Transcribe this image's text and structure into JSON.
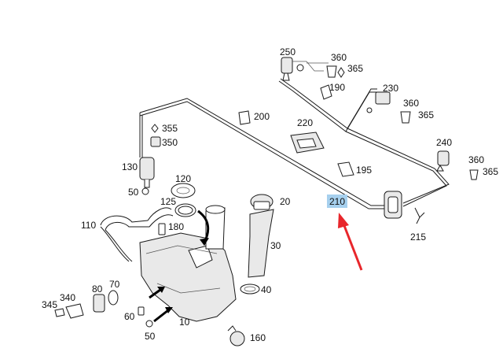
{
  "callouts": {
    "c250": "250",
    "c360a": "360",
    "c365a": "365",
    "c190": "190",
    "c230": "230",
    "c360b": "360",
    "c365b": "365",
    "c200": "200",
    "c220": "220",
    "c355": "355",
    "c350": "350",
    "c240": "240",
    "c360c": "360",
    "c365c": "365",
    "c195": "195",
    "c130": "130",
    "c120": "120",
    "c50a": "50",
    "c125": "125",
    "c20": "20",
    "c210": "210",
    "c110": "110",
    "c180": "180",
    "c215": "215",
    "c30": "30",
    "c80": "80",
    "c70": "70",
    "c340": "340",
    "c345": "345",
    "c40": "40",
    "c60": "60",
    "c10": "10",
    "c50b": "50",
    "c160": "160"
  },
  "highlight": {
    "color": "#a6d0ee",
    "pointer_color": "#e8262b"
  }
}
